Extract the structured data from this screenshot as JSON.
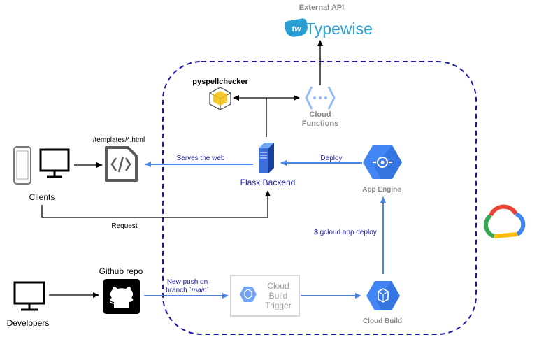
{
  "labels": {
    "external_api": "External API",
    "typewise_logo_text": "Typewise",
    "typewise_badge": "tw",
    "pyspellchecker": "pyspellchecker",
    "cloud_functions_line1": "Cloud",
    "cloud_functions_line2": "Functions",
    "templates_path": "/templates/*.html",
    "clients": "Clients",
    "serves_the_web": "Serves the web",
    "flask_backend": "Flask Backend",
    "deploy": "Deploy",
    "app_engine": "App Engine",
    "request": "Request",
    "gcloud_deploy": "$ gcloud app deploy",
    "github_repo": "Github repo",
    "new_push_line1": "New push on",
    "new_push_line2_prefix": "branch `",
    "new_push_branch": "main",
    "new_push_line2_suffix": "`",
    "cloud_build_trigger_line1": "Cloud",
    "cloud_build_trigger_line2": "Build",
    "cloud_build_trigger_line3": "Trigger",
    "cloud_build": "Cloud Build",
    "developers": "Developers"
  },
  "colors": {
    "arrow_blue": "#4a86e8",
    "dashed_border": "#1a1aa6",
    "label_blue": "#1a1aa6",
    "gcp_blue": "#4285f4",
    "gray_label": "#8a8a8a",
    "typewise_blue": "#2a9fd6"
  }
}
